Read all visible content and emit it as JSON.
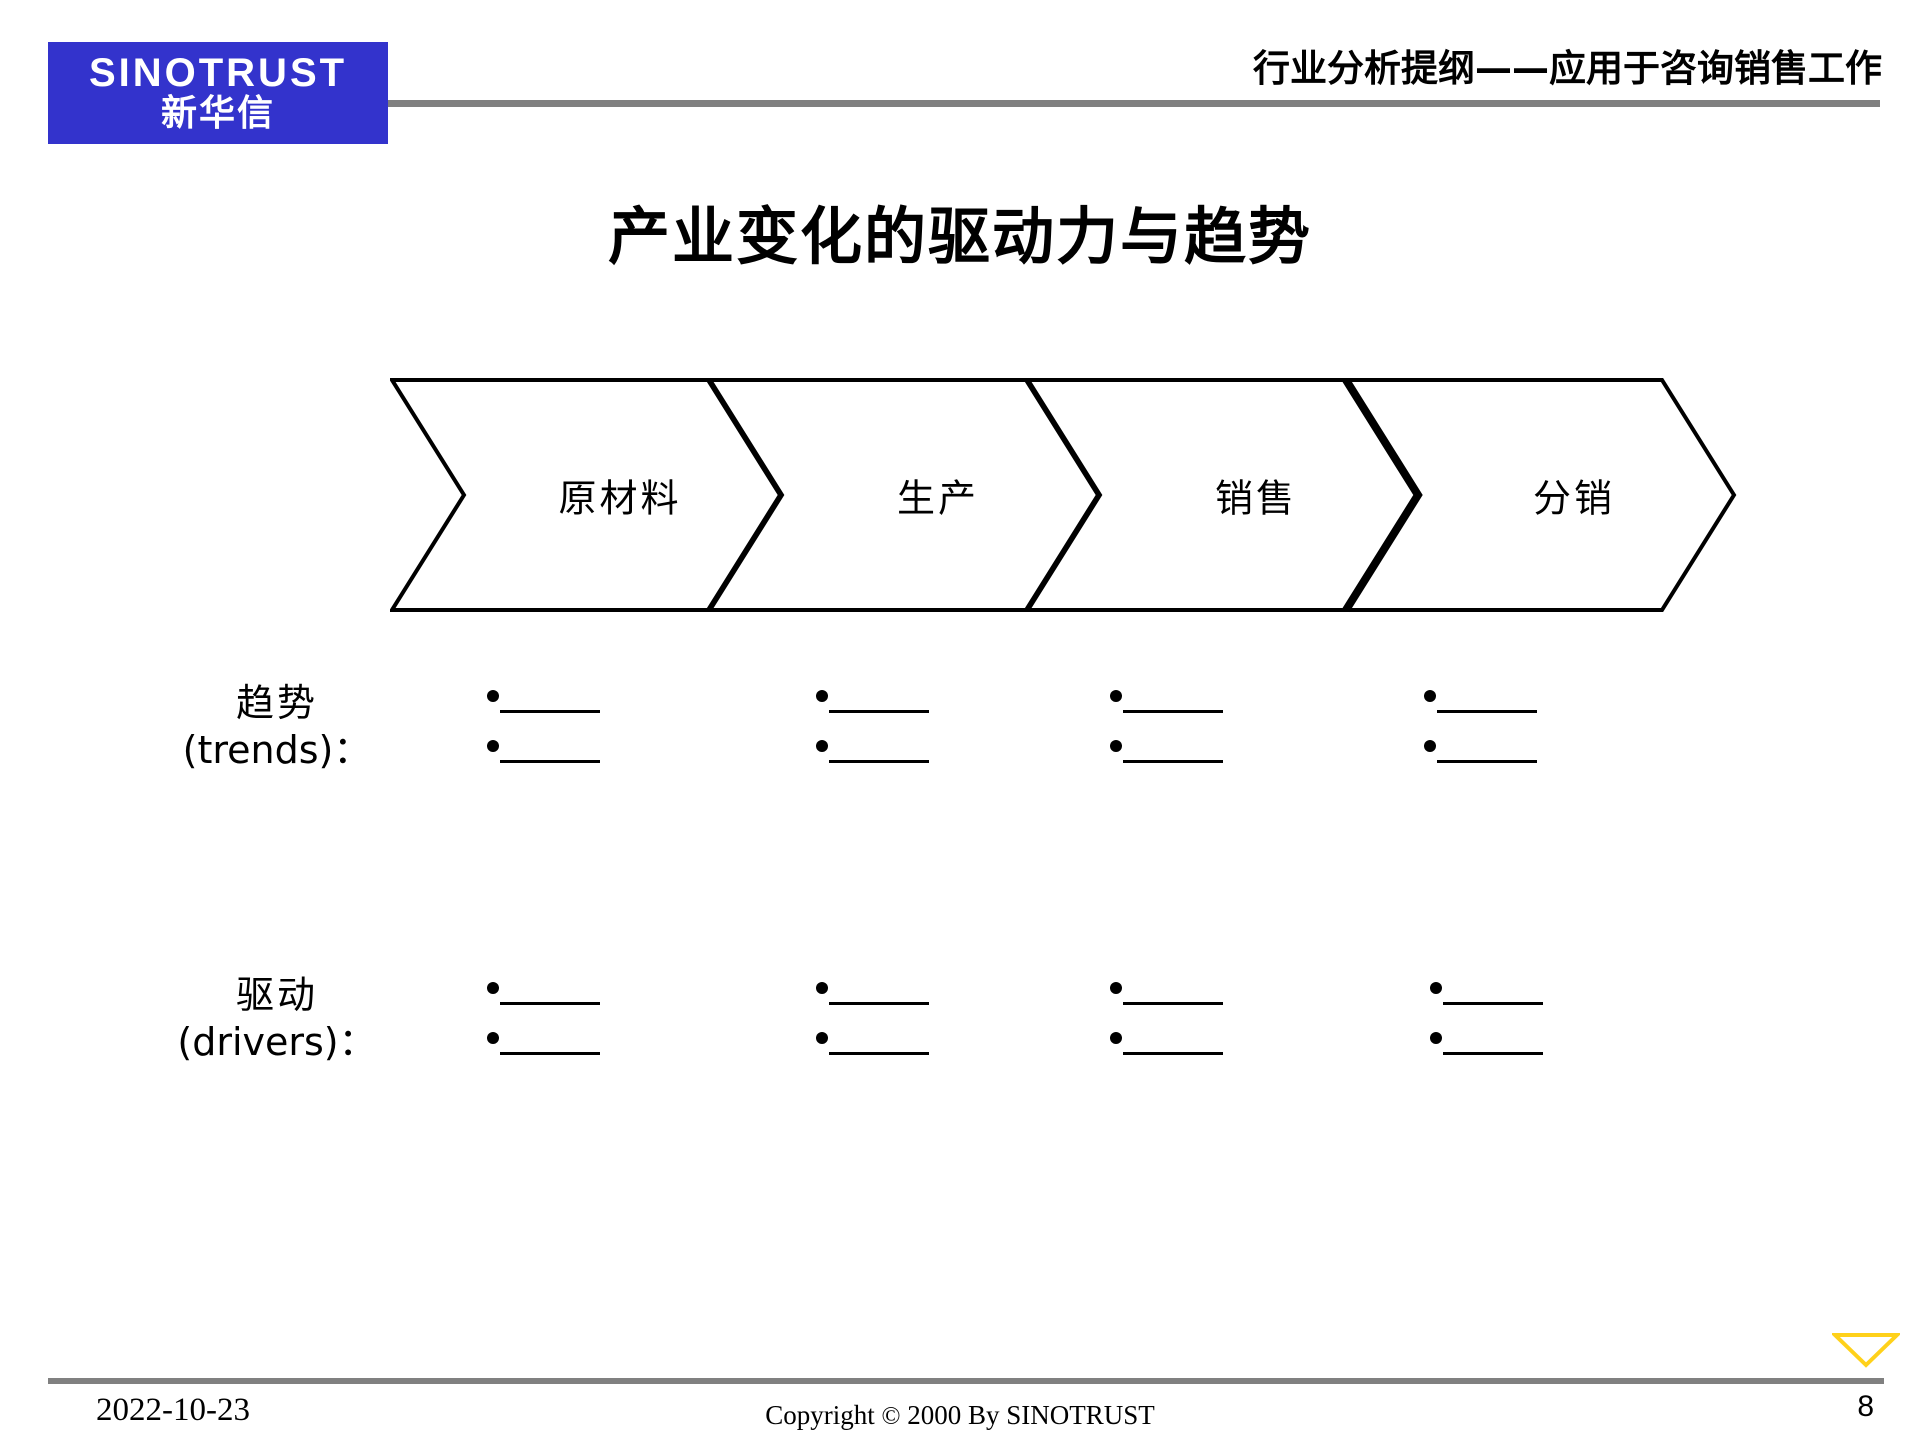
{
  "header": {
    "logo_latin": "SINOTRUST",
    "logo_cn": "新华信",
    "title": "行业分析提纲——应用于咨询销售工作"
  },
  "slide": {
    "title": "产业变化的驱动力与趋势"
  },
  "flow": {
    "stages": [
      {
        "label": "原材料"
      },
      {
        "label": "生产"
      },
      {
        "label": "销售"
      },
      {
        "label": "分销"
      }
    ]
  },
  "rows": [
    {
      "label_cn": "趋势",
      "label_en": "(trends)：",
      "placeholders": [
        {
          "bullets": 2
        },
        {
          "bullets": 2
        },
        {
          "bullets": 2
        },
        {
          "bullets": 2
        }
      ]
    },
    {
      "label_cn": "驱动",
      "label_en": "(drivers)：",
      "placeholders": [
        {
          "bullets": 2
        },
        {
          "bullets": 2
        },
        {
          "bullets": 2
        },
        {
          "bullets": 2
        }
      ]
    }
  ],
  "footer": {
    "date": "2022-10-23",
    "copyright_pre": "Copyright ",
    "copyright_mark": "©",
    "copyright_post": " 2000 By SINOTRUST",
    "page_number": "8"
  },
  "icons": {
    "bottom_marker": "triangle-down-icon"
  },
  "colors": {
    "brand_blue": "#3333CC",
    "rule_gray": "#808080",
    "marker_yellow": "#FFD11A",
    "ink": "#000000"
  }
}
